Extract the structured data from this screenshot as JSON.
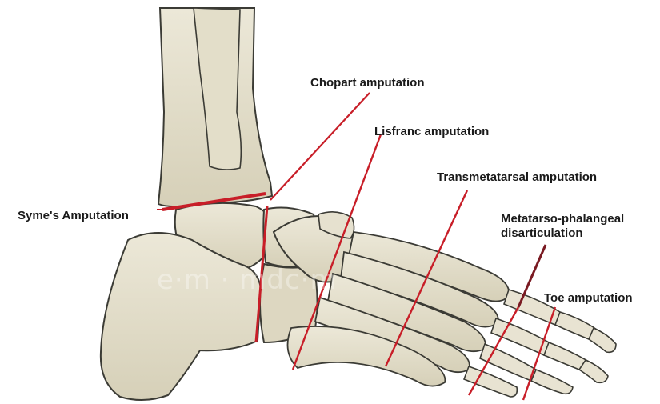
{
  "diagram": {
    "labels": {
      "chopart": "Chopart amputation",
      "lisfranc": "Lisfranc amputation",
      "transmetatarsal": "Transmetatarsal amputation",
      "metatarso_line1": "Metatarso-phalangeal",
      "metatarso_line2": "disarticulation",
      "symes": "Syme's Amputation",
      "toe": "Toe amputation"
    },
    "colors": {
      "bone_fill": "#e6e1cf",
      "bone_shadow": "#c9c2a8",
      "bone_outline": "#3b3b35",
      "amputation_line": "#c81e28",
      "leader_line": "#7a1a22"
    }
  }
}
